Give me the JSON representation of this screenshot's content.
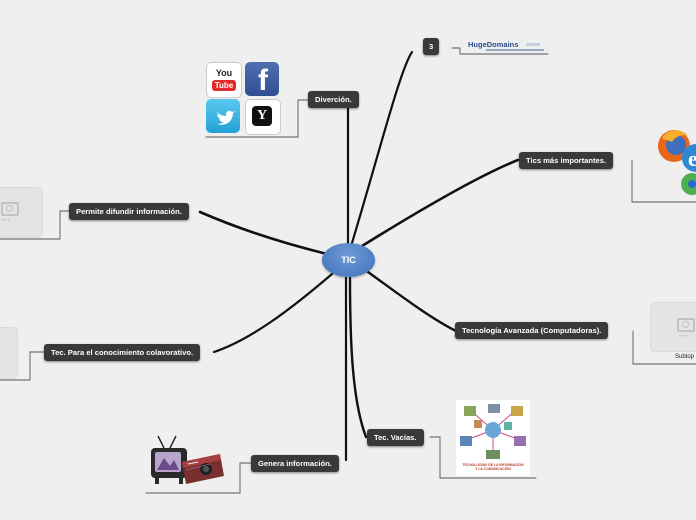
{
  "map": {
    "center": {
      "label": "TIC"
    },
    "topics": [
      {
        "key": "diversion",
        "label": "Diverción."
      },
      {
        "key": "three",
        "label": "3"
      },
      {
        "key": "tics",
        "label": "Tics más importantes."
      },
      {
        "key": "difundir",
        "label": "Permite difundir información."
      },
      {
        "key": "avanzada",
        "label": "Tecnología Avanzada (Computadoras)."
      },
      {
        "key": "colaborativo",
        "label": "Tec. Para el conocimiento colavorativo."
      },
      {
        "key": "vacias",
        "label": "Tec. Vacías."
      },
      {
        "key": "genera",
        "label": "Genera información."
      }
    ],
    "subtopic_label": "Subtop",
    "hugedomains_logo_text": "HugeDomains",
    "social_icons": [
      "youtube-icon",
      "facebook-icon",
      "twitter-icon",
      "yahoo-icon"
    ],
    "youtube_text_1": "You",
    "youtube_text_2": "Tube",
    "tic_image_caption_1": "TECNOLOGÍAS DE LA INFORMACIÓN",
    "tic_image_caption_2": "Y LA COMUNICACIÓN",
    "colors": {
      "node_bg": "#393939",
      "center": "#4d7ec4",
      "line": "#111111",
      "background": "#efefef"
    }
  }
}
